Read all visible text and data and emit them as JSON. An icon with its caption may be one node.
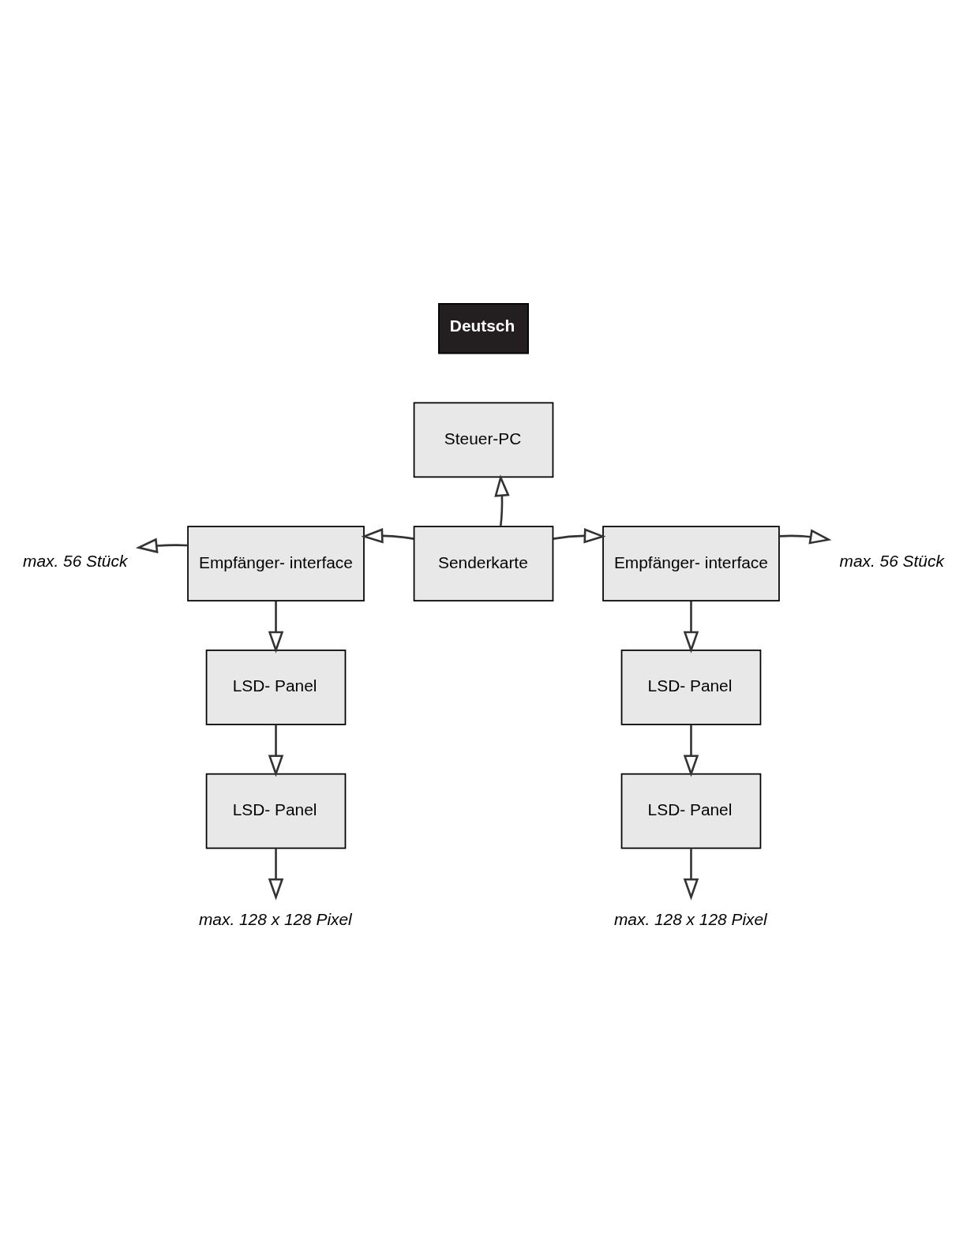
{
  "diagram": {
    "nodes": [
      {
        "text": [
          "Steuer-PC"
        ]
      },
      {
        "text": [
          "max. 56 Stück"
        ]
      },
      {
        "text": [
          "Empfänger- interface"
        ]
      },
      {
        "text": [
          "Senderkarte"
        ]
      },
      {
        "text": [
          "Empfänger- interface"
        ]
      },
      {
        "text": [
          "max. 56 Stück"
        ]
      },
      {
        "text": [
          "LSD- Panel"
        ]
      },
      {
        "text": [
          "LSD- Panel"
        ]
      },
      {
        "text": [
          "LSD- Panel"
        ]
      },
      {
        "text": [
          "LSD- Panel"
        ]
      },
      {
        "text": [
          "max. 128 x 128 Pixel"
        ]
      },
      {
        "text": [
          "max. 128 x 128 Pixel"
        ]
      }
    ],
    "edges": [
      {
        "from": 3,
        "to": 0,
        "arrow": "to"
      },
      {
        "from": 3,
        "to": 2,
        "arrow": "to"
      },
      {
        "from": 3,
        "to": 4,
        "arrow": "to"
      },
      {
        "from": 2,
        "to": 1,
        "arrow": "to"
      },
      {
        "from": 4,
        "to": 5,
        "arrow": "to"
      },
      {
        "from": 2,
        "to": 6,
        "arrow": "to"
      },
      {
        "from": 6,
        "to": 8,
        "arrow": "to"
      },
      {
        "from": 8,
        "to": 10,
        "arrow": "to"
      },
      {
        "from": 4,
        "to": 7,
        "arrow": "to"
      },
      {
        "from": 7,
        "to": 9,
        "arrow": "to"
      },
      {
        "from": 9,
        "to": 11,
        "arrow": "to"
      }
    ],
    "labels": [
      "Deutsch"
    ]
  }
}
